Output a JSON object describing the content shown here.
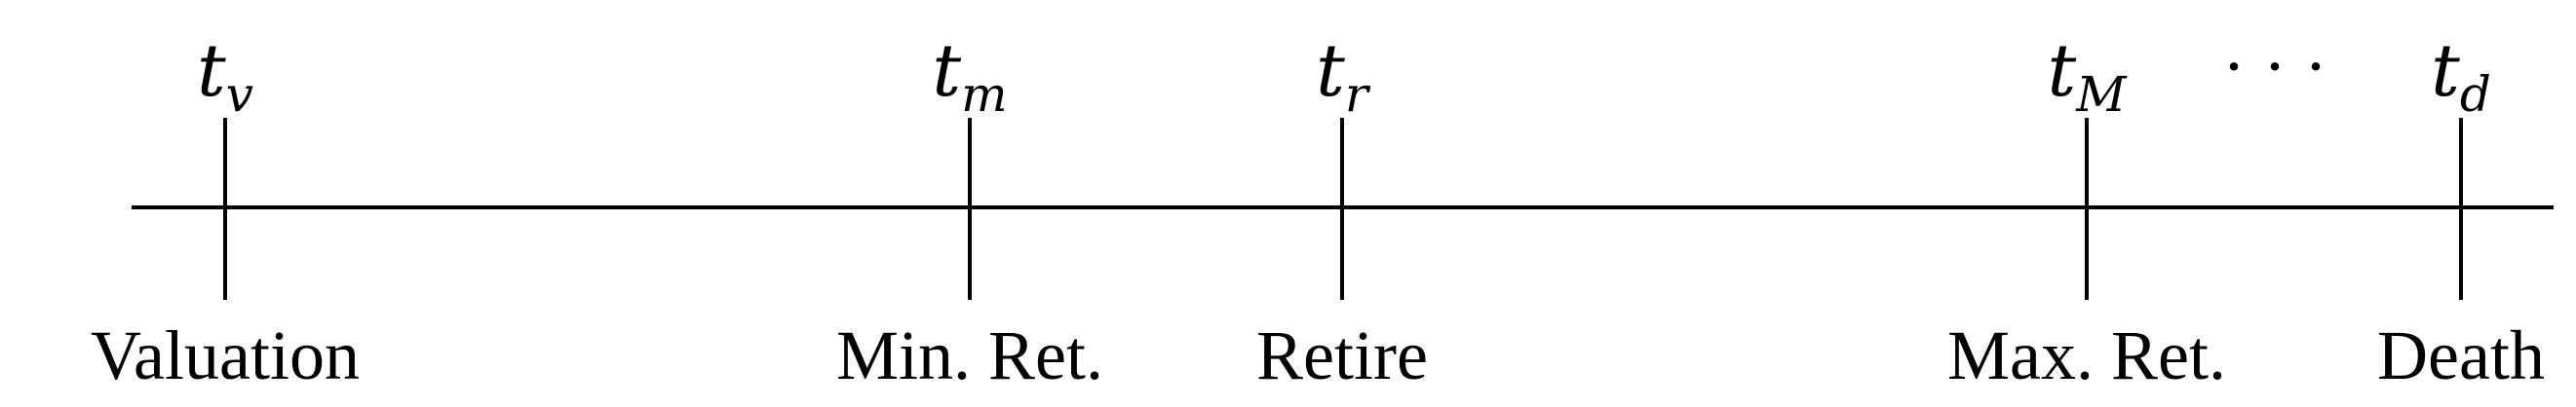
{
  "timeline": {
    "ellipsis": "· · ·",
    "markers": [
      {
        "id": "valuation",
        "symbol": "t",
        "subscript": "v",
        "label": "Valuation"
      },
      {
        "id": "min-ret",
        "symbol": "t",
        "subscript": "m",
        "label": "Min. Ret."
      },
      {
        "id": "retire",
        "symbol": "t",
        "subscript": "r",
        "label": "Retire"
      },
      {
        "id": "max-ret",
        "symbol": "t",
        "subscript": "M",
        "label": "Max. Ret."
      },
      {
        "id": "death",
        "symbol": "t",
        "subscript": "d",
        "label": "Death"
      }
    ]
  }
}
